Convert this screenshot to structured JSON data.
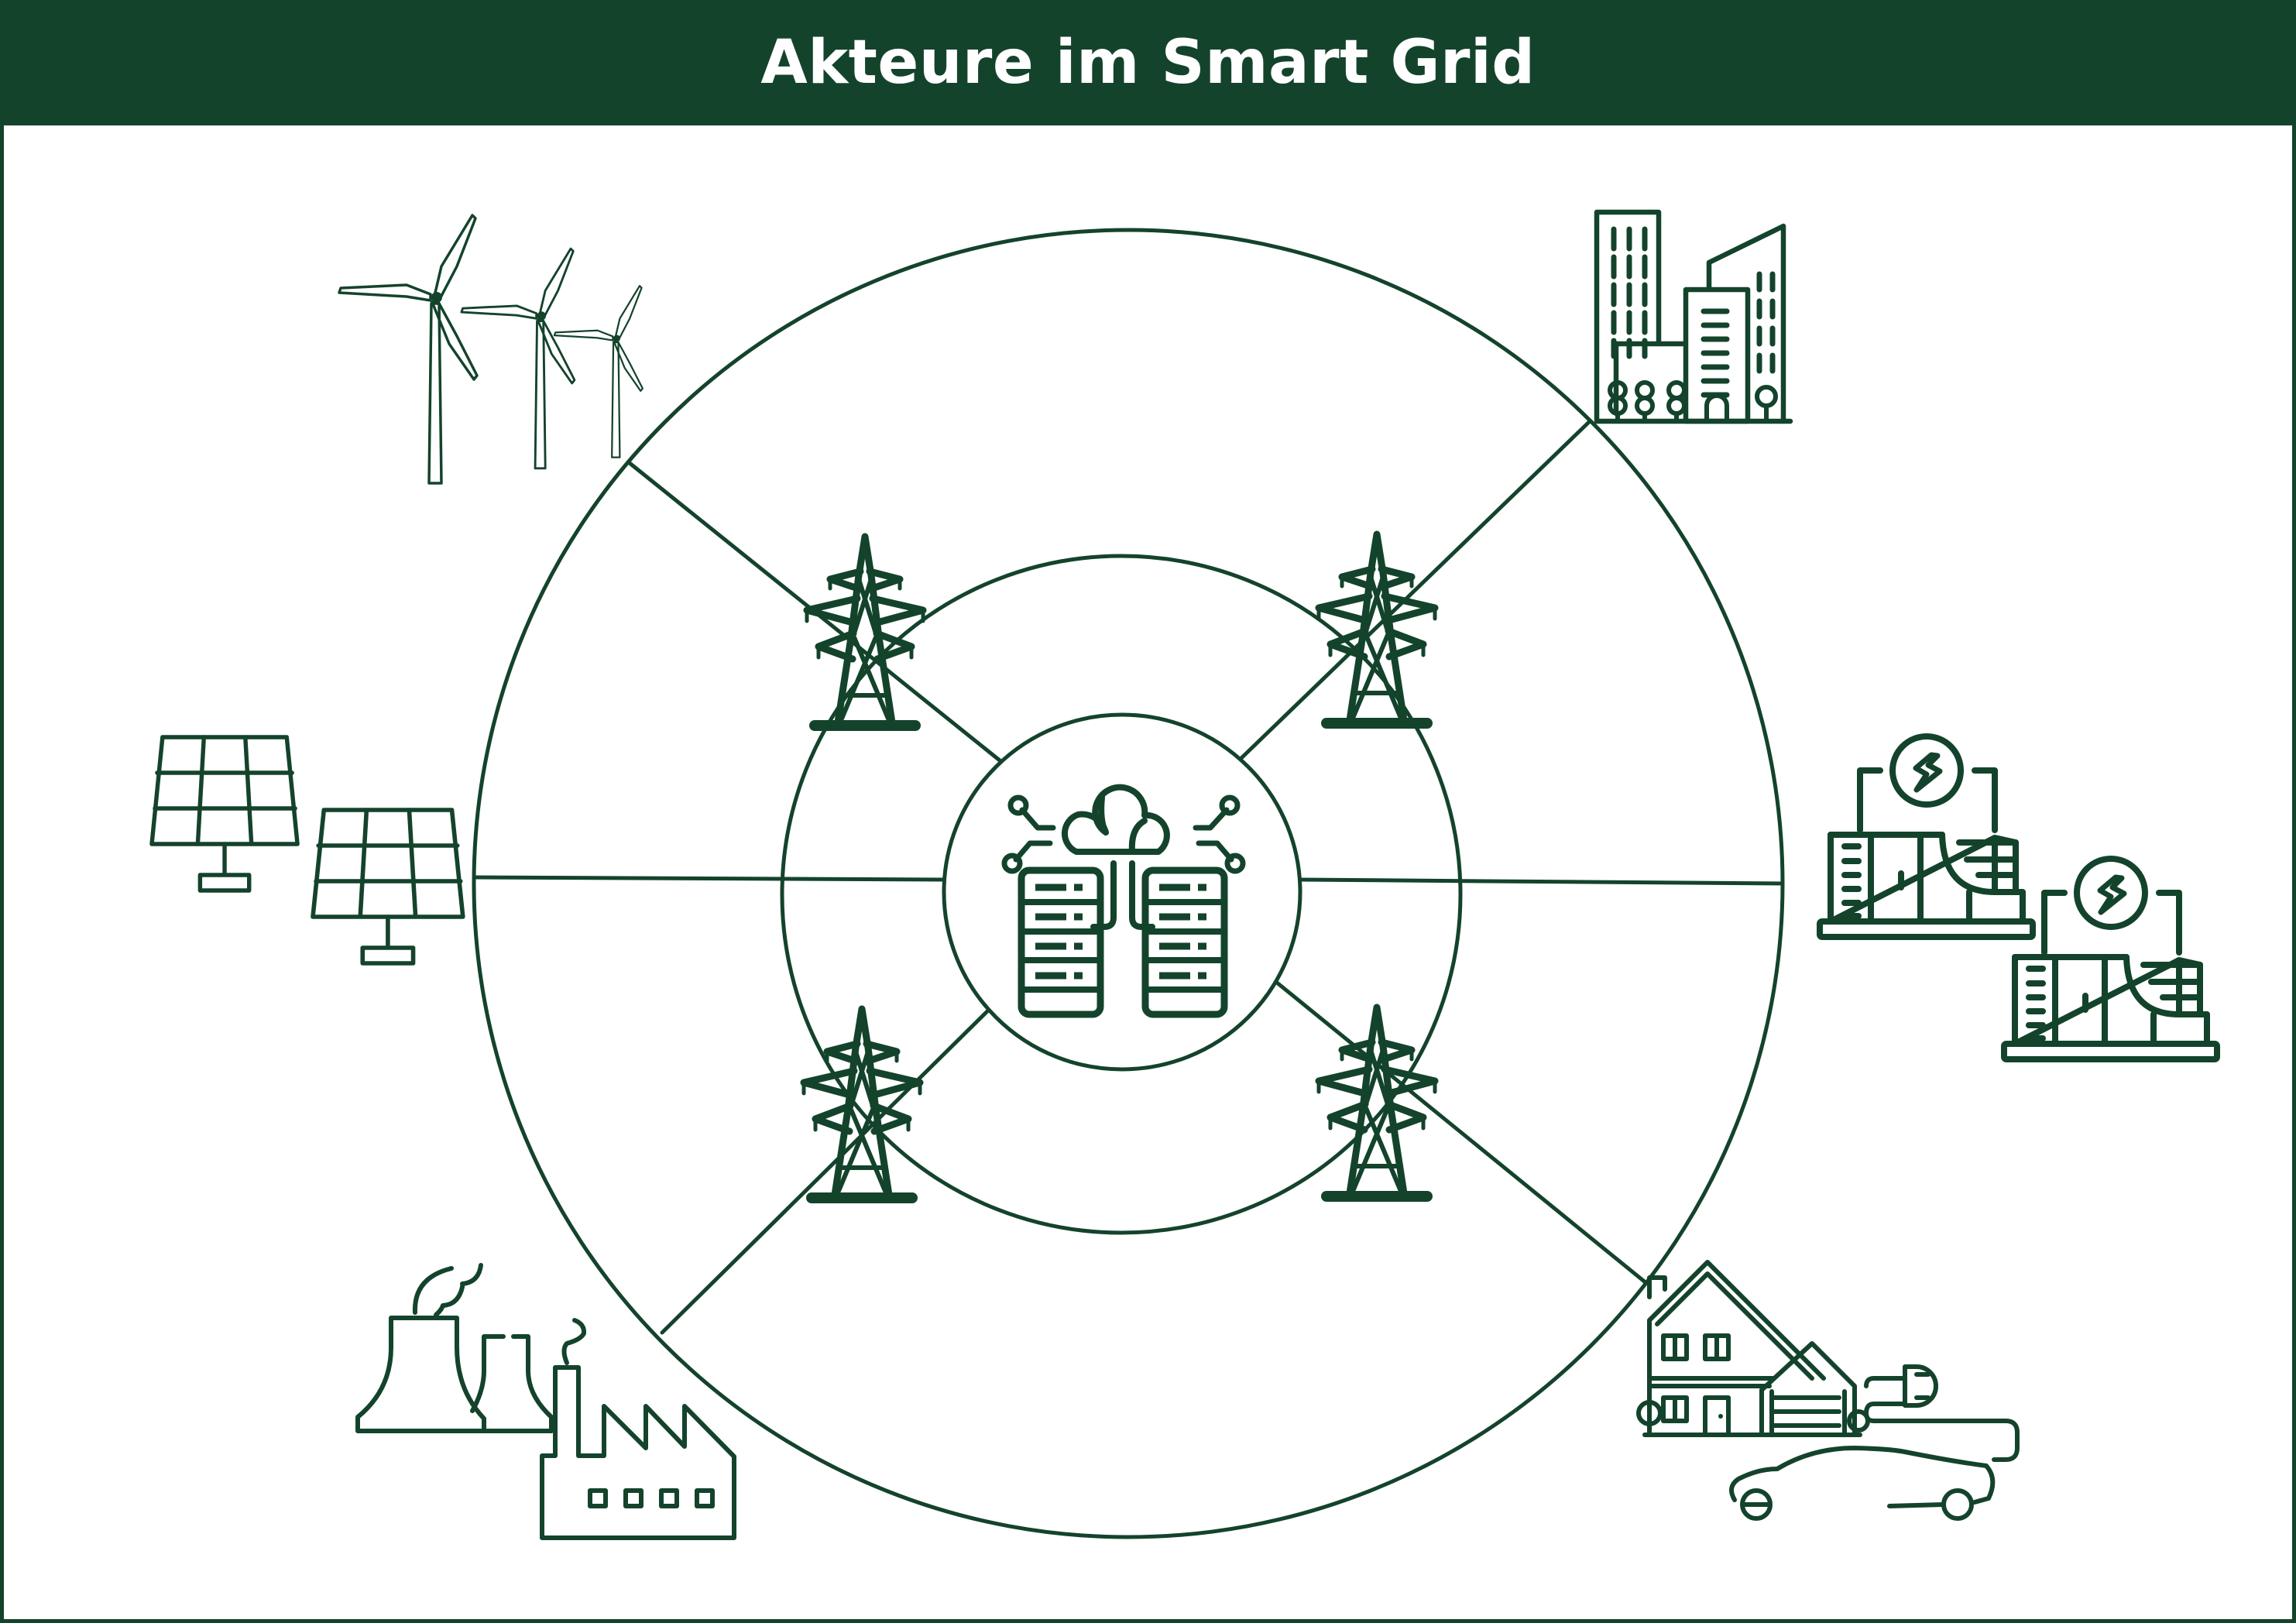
{
  "header": {
    "title": "Akteure im Smart Grid"
  },
  "colors": {
    "primary": "#14432c",
    "background": "#ffffff",
    "title_text": "#ffffff"
  },
  "diagram": {
    "type": "concentric-rings",
    "center": {
      "label": "cloud-server-datacenter",
      "icon": "cloud-servers-icon"
    },
    "middle_ring": {
      "icons": [
        "power-pylon-icon",
        "power-pylon-icon",
        "power-pylon-icon",
        "power-pylon-icon"
      ]
    },
    "outer_actors": [
      {
        "position": "top-left",
        "icon": "wind-turbines-icon"
      },
      {
        "position": "top-right",
        "icon": "city-buildings-icon"
      },
      {
        "position": "left",
        "icon": "solar-panels-icon"
      },
      {
        "position": "right",
        "icon": "battery-storage-icon"
      },
      {
        "position": "bottom-left",
        "icon": "power-plant-factory-icon"
      },
      {
        "position": "bottom-right",
        "icon": "house-electric-car-icon"
      }
    ]
  }
}
